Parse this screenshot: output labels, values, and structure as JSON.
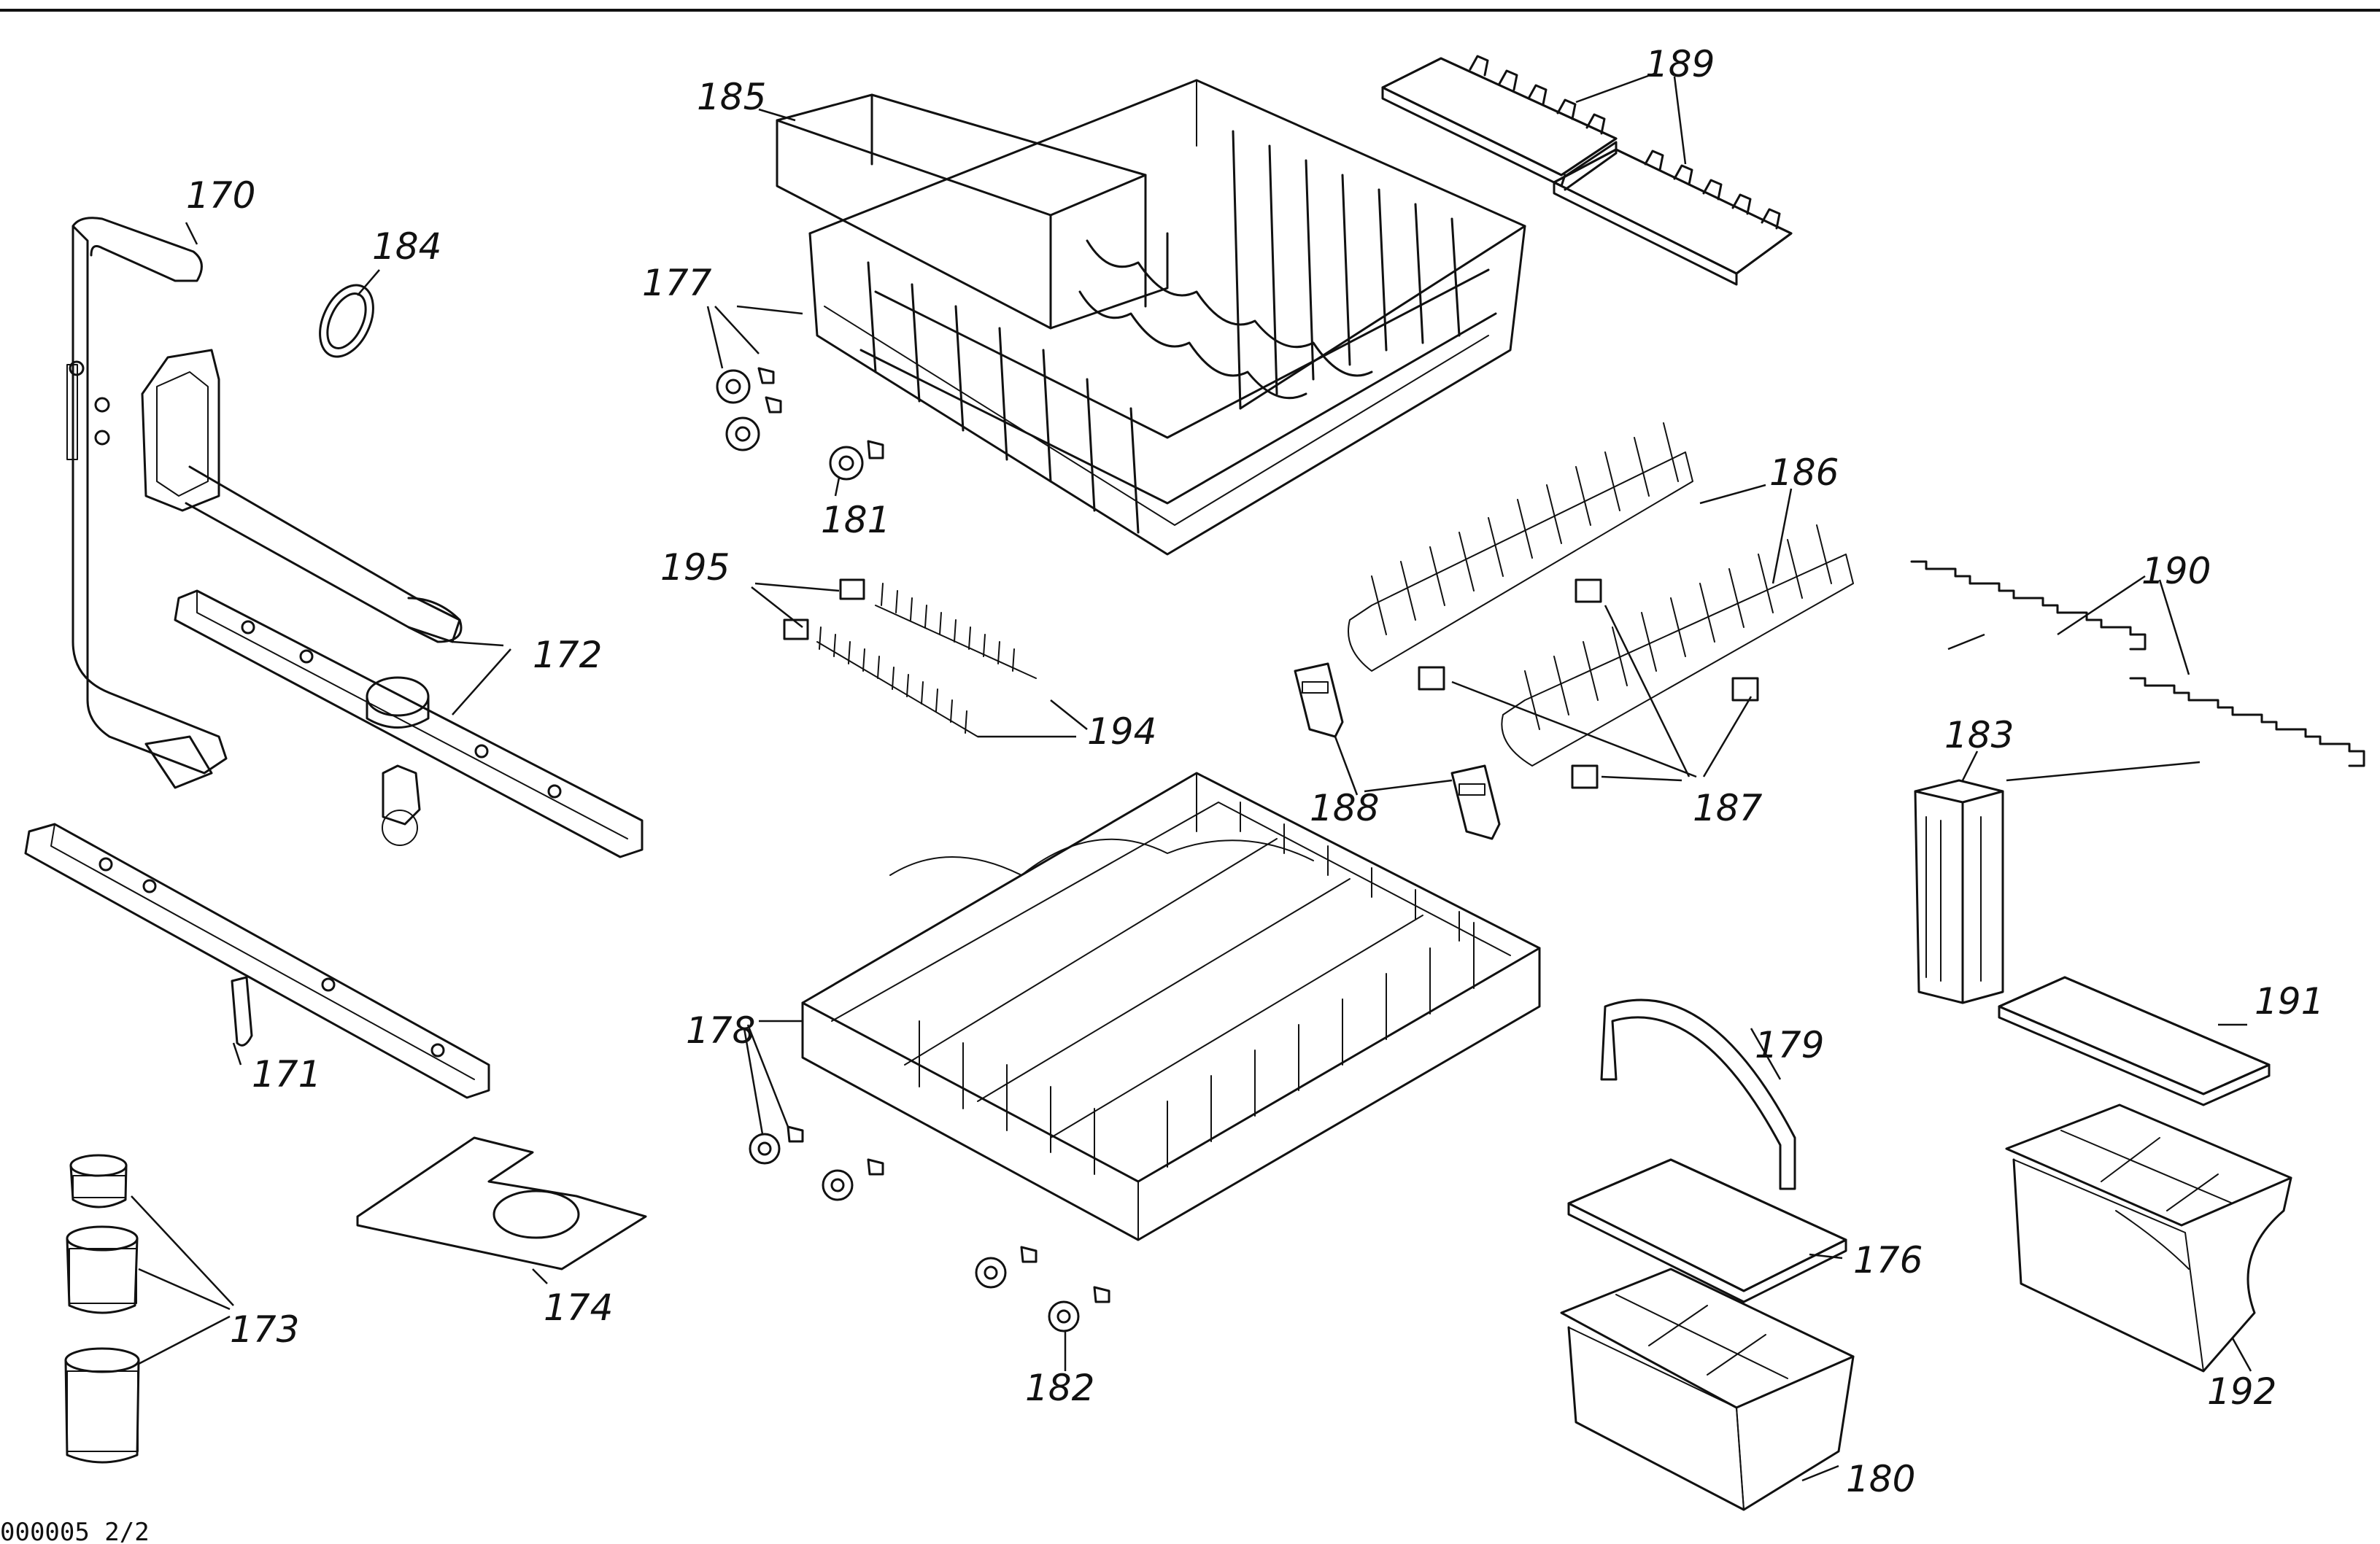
{
  "labels": {
    "p170": "170",
    "p171": "171",
    "p172": "172",
    "p173": "173",
    "p174": "174",
    "p176": "176",
    "p177": "177",
    "p178": "178",
    "p179": "179",
    "p180": "180",
    "p181": "181",
    "p182": "182",
    "p183": "183",
    "p184": "184",
    "p185": "185",
    "p186": "186",
    "p187": "187",
    "p188": "188",
    "p189": "189",
    "p190": "190",
    "p191": "191",
    "p192": "192",
    "p194": "194",
    "p195": "195"
  },
  "footer": "000005 2/2"
}
